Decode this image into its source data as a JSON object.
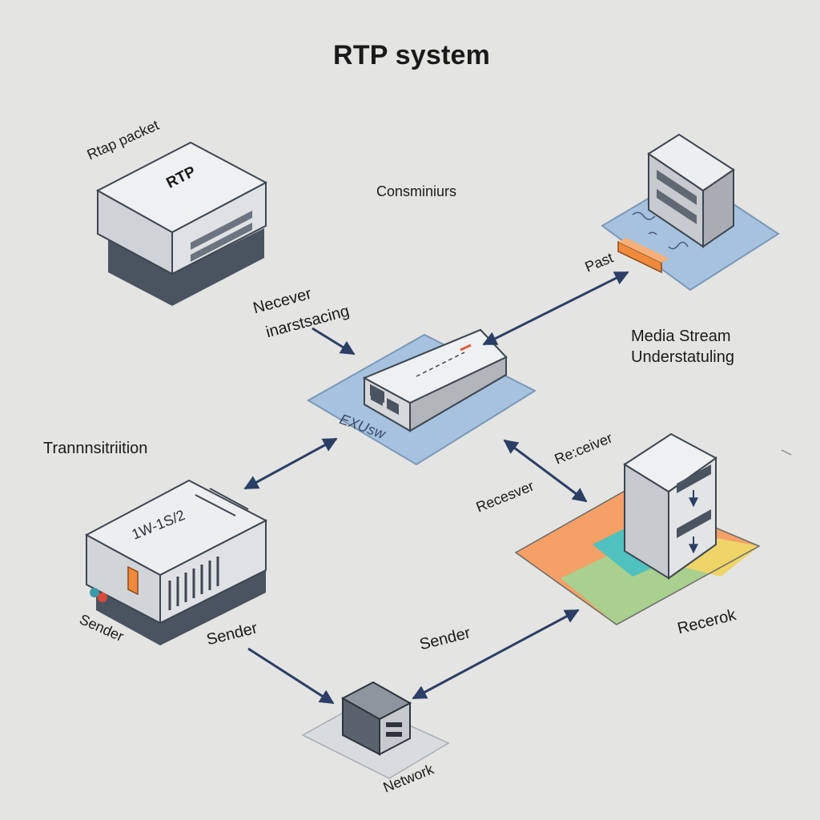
{
  "title": "RTP system",
  "labels": {
    "rtap_packet": "Rtap packet",
    "rtp_box": "RTP",
    "consminiurs": "Consminiurs",
    "necever": "Necever",
    "inarstsacing": "inarstsacing",
    "past": "Past",
    "media_stream": "Media Stream",
    "understatuling": "Understatuling",
    "transmission": "Trannnsitriition",
    "switch_label": "EXUsw",
    "receiver_upper": "Re:ceiver",
    "receiver_lower": "Recesver",
    "sender_device_code": "1W-1S/2",
    "sender_left": "Sender",
    "sender_mid": "Sender",
    "sender_right": "Sender",
    "recerok": "Recerok",
    "network": "Network"
  },
  "colors": {
    "background": "#e4e4e2",
    "arrow": "#2b3f66",
    "device_light": "#e6e7e8",
    "device_side": "#b9bcc0",
    "device_dark": "#4a5460",
    "pad_blue": "#a6c2df",
    "accent_orange": "#f08a3c",
    "pad_green": "#a9d08e",
    "pad_yellow": "#efd468",
    "pad_teal": "#4fc2bf"
  }
}
